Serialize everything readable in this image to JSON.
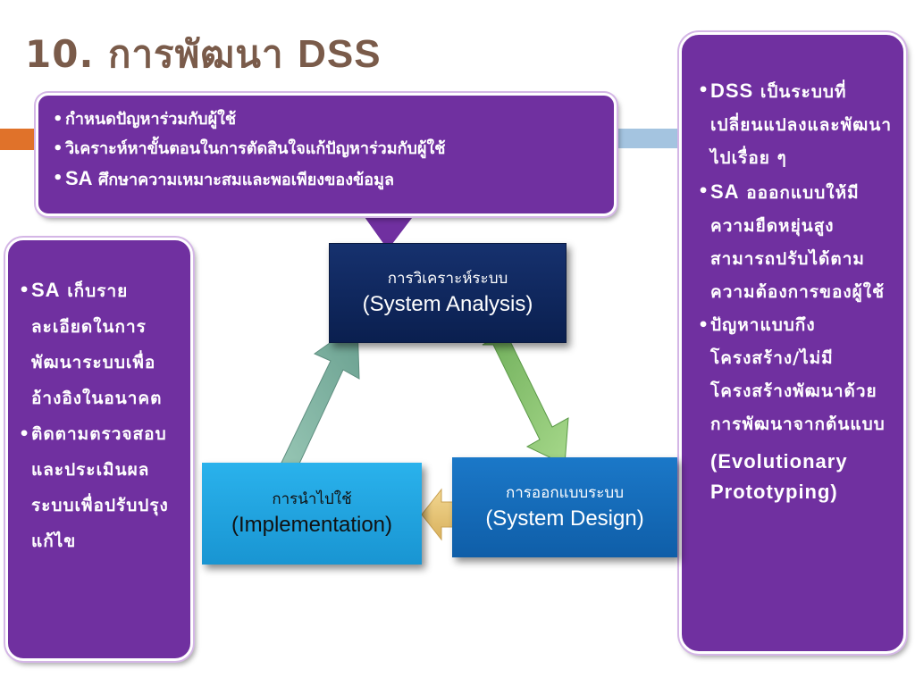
{
  "title": {
    "number": "10.",
    "thai": "การพัฒนา",
    "latin": "DSS"
  },
  "top_callout": {
    "items": [
      {
        "keyword": "",
        "text": "กำหนดปัญหาร่วมกับผู้ใช้"
      },
      {
        "keyword": "",
        "text": "วิเคราะห์หาขั้นตอนในการตัดสินใจแก้ปัญหาร่วมกับผู้ใช้"
      },
      {
        "keyword": "SA",
        "text": "ศึกษาความเหมาะสมและพอเพียงของข้อมูล"
      }
    ]
  },
  "left_callout": {
    "items": [
      {
        "keyword": "SA",
        "text": "เก็บรายละเอียดในการพัฒนาระบบเพื่ออ้างอิงในอนาคต"
      },
      {
        "keyword": "",
        "text": "ติดตามตรวจสอบ และประเมินผลระบบเพื่อปรับปรุงแก้ไข"
      }
    ]
  },
  "right_callout": {
    "items": [
      {
        "keyword": "DSS",
        "text": "เป็นระบบที่เปลี่ยนแปลงและพัฒนาไปเรื่อย ๆ",
        "english": ""
      },
      {
        "keyword": "SA",
        "text": "อออกแบบให้มีความยืดหยุ่นสูงสามารถปรับได้ตามความต้องการของผู้ใช้",
        "english": ""
      },
      {
        "keyword": "",
        "text": "ปัญหาแบบกึงโครงสร้าง/ไม่มีโครงสร้างพัฒนาด้วยการพัฒนาจากต้นแบบ",
        "english": "(Evolutionary Prototyping)"
      }
    ]
  },
  "cycle": {
    "analysis": {
      "thai": "การวิเคราะห์ระบบ",
      "english": "(System Analysis)"
    },
    "design": {
      "thai": "การออกแบบระบบ",
      "english": "(System Design)"
    },
    "implementation": {
      "thai": "การนำไปใช้",
      "english": "(Implementation)"
    }
  },
  "colors": {
    "callout": "#7030a0",
    "analysis_box": "#0f2a5e",
    "design_box": "#1565b8",
    "implementation_box": "#23a8e6",
    "arrow_green": "#8cc870",
    "arrow_teal": "#86b8a8",
    "arrow_gold": "#e8c87a",
    "title": "#7a5b4a"
  }
}
